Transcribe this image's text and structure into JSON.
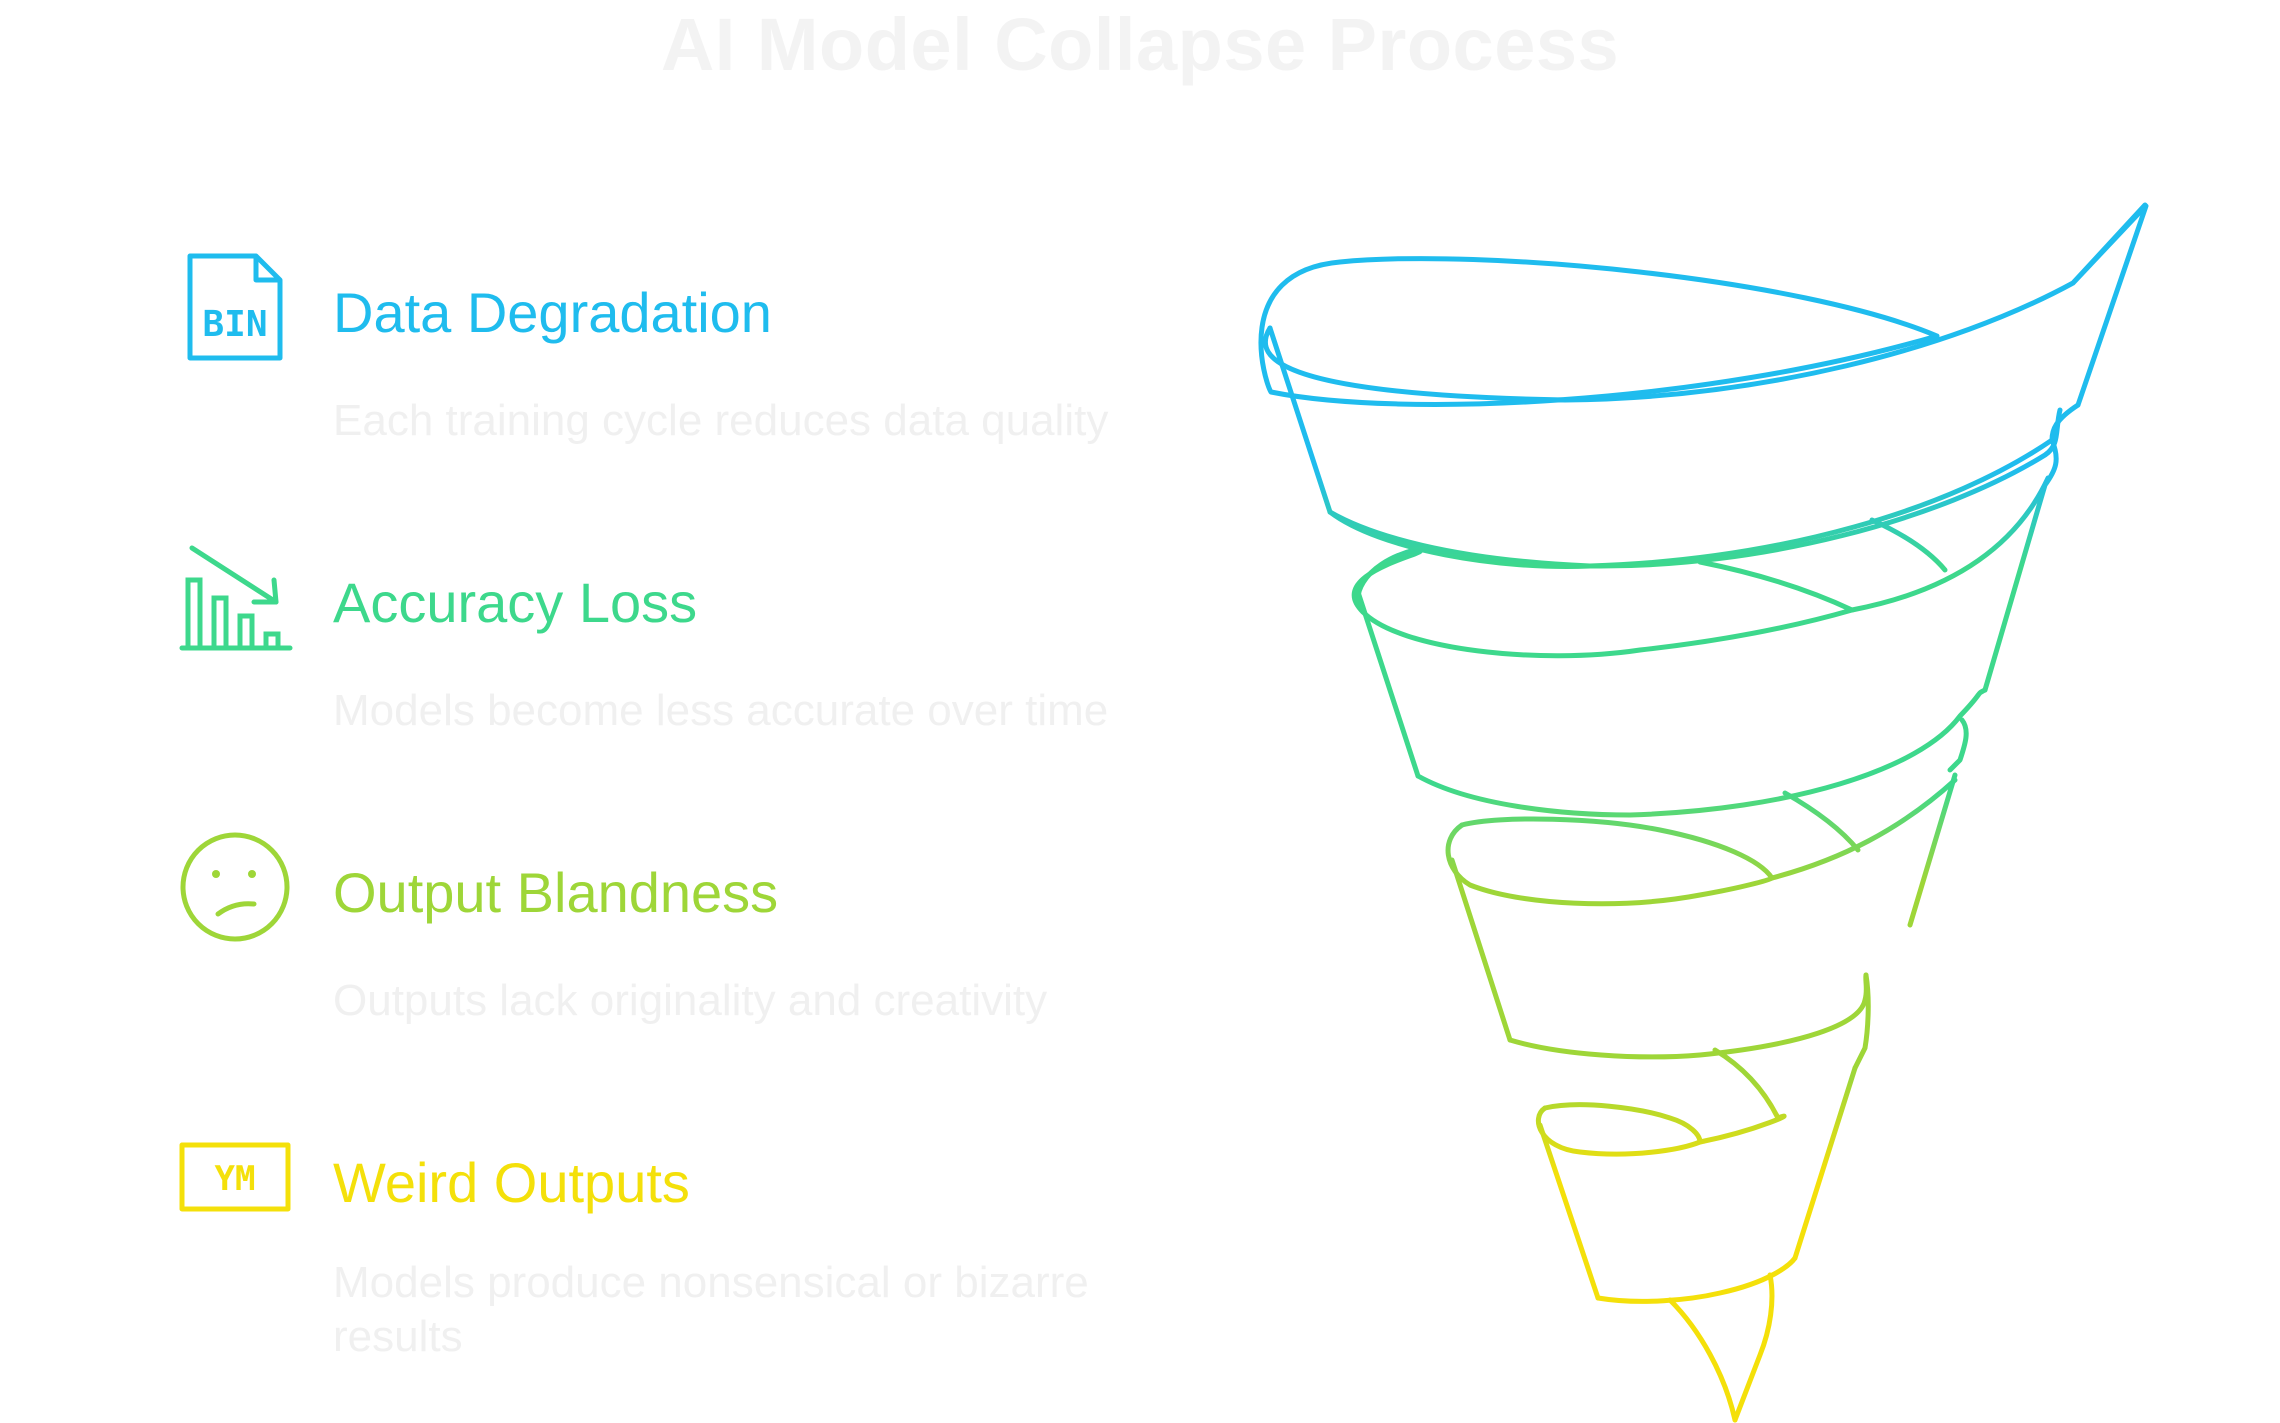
{
  "title": "AI Model Collapse Process",
  "colors": {
    "title": "#f3f3f3",
    "description": "#f0f0f0",
    "step1": "#1fbcee",
    "step2": "#3dd88c",
    "step3": "#9ed638",
    "step4": "#f4e00a"
  },
  "steps": [
    {
      "title": "Data Degradation",
      "description": "Each training cycle reduces data quality",
      "icon": "bin-file-icon",
      "icon_text": "BIN",
      "color": "#1fbcee"
    },
    {
      "title": "Accuracy Loss",
      "description": "Models become less accurate over time",
      "icon": "declining-chart-icon",
      "color": "#3dd88c"
    },
    {
      "title": "Output Blandness",
      "description": "Outputs lack originality and creativity",
      "icon": "confused-face-icon",
      "color": "#9ed638"
    },
    {
      "title": "Weird Outputs",
      "description": "Models produce nonsensical or bizarre results",
      "icon": "garbled-text-icon",
      "icon_text": "YM",
      "color": "#f4e00a"
    }
  ]
}
